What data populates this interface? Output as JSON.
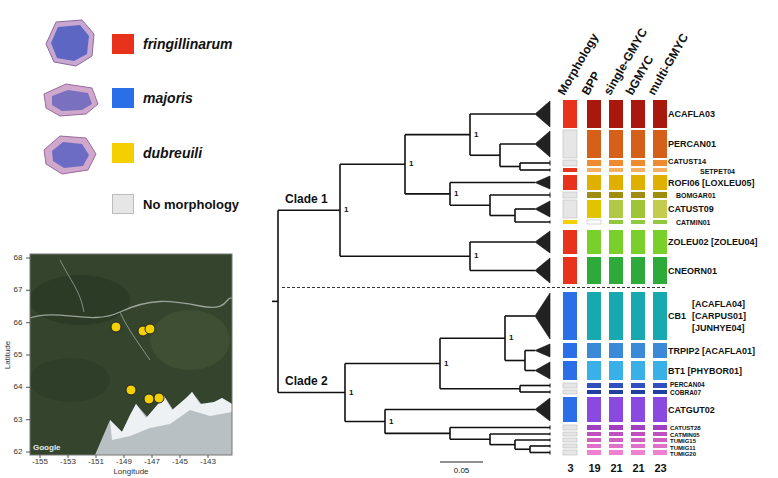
{
  "diagram": {
    "labels": [
      "Morphology",
      "BPP",
      "single-GMYC",
      "bGMYC",
      "multi-GMYC",
      "ACAFLA03",
      "PERCAN01",
      "CATUST14",
      "SETPET04",
      "ROFI06 [LOXLEU05]",
      "BOMGAR01",
      "CATUST09",
      "CATMIN01",
      "ZOLEU02 [ZOLEU04]",
      "CNEORN01",
      "CB1",
      "[ACAFLA04]",
      "[CARPUS01]",
      "[JUNHYE04]",
      "TRPIP2 [ACAFLA01]",
      "BT1 [PHYBOR01]",
      "PERCAN04",
      "COBRA07",
      "CATGUT02",
      "CATUST28",
      "CATMIN05",
      "TUMIG15",
      "TUMIG11",
      "TUMIG20",
      "3",
      "19",
      "21",
      "21",
      "23",
      "Clade 1",
      "Clade 2",
      "1",
      "1",
      "1",
      "1",
      "1",
      "1",
      "1",
      "1",
      "1",
      "0.05",
      "Latitude",
      "Longitude",
      "68",
      "67",
      "66",
      "65",
      "64",
      "63",
      "62",
      "-155",
      "-153",
      "-151",
      "-149",
      "-147",
      "-145",
      "-143",
      "Google"
    ],
    "legend": [
      {
        "text": "fringillinarum",
        "color": "#e8321c"
      },
      {
        "text": "majoris",
        "color": "#2a6ee8"
      },
      {
        "text": "dubreuili",
        "color": "#f5d000"
      },
      {
        "text": "No morphology",
        "color": "#e6e6e6"
      }
    ]
  }
}
